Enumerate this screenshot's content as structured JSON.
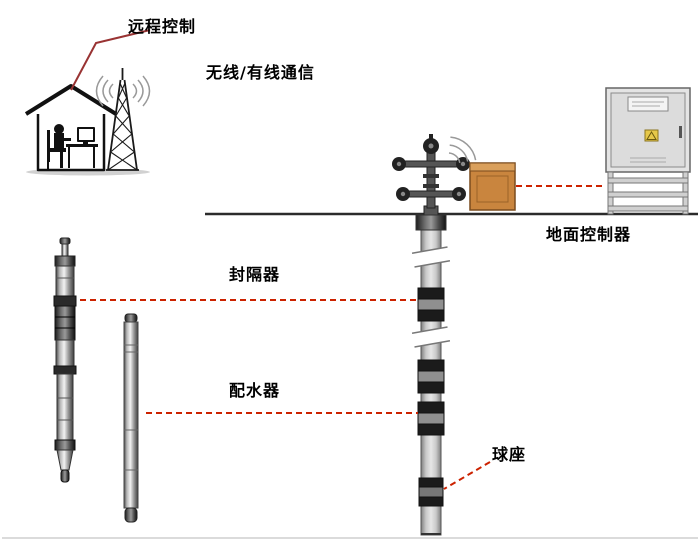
{
  "labels": {
    "remote_control": "远程控制",
    "communication_link": "无线/有线通信",
    "ground_controller": "地面控制器",
    "packer": "封隔器",
    "water_distributor": "配水器",
    "ball_seat": "球座"
  },
  "colors": {
    "background": "#ffffff",
    "callout_dashed_red": "#cc2200",
    "remote_callout_red": "#993333",
    "label_text": "#000000",
    "ground_line": "#2b2b2b",
    "pipe_gray": "#9a9a9a",
    "coupling_dark": "#1b1b1b",
    "cabinet_gray": "#e2e2e2",
    "rtu_box_orange": "#c9853e"
  }
}
